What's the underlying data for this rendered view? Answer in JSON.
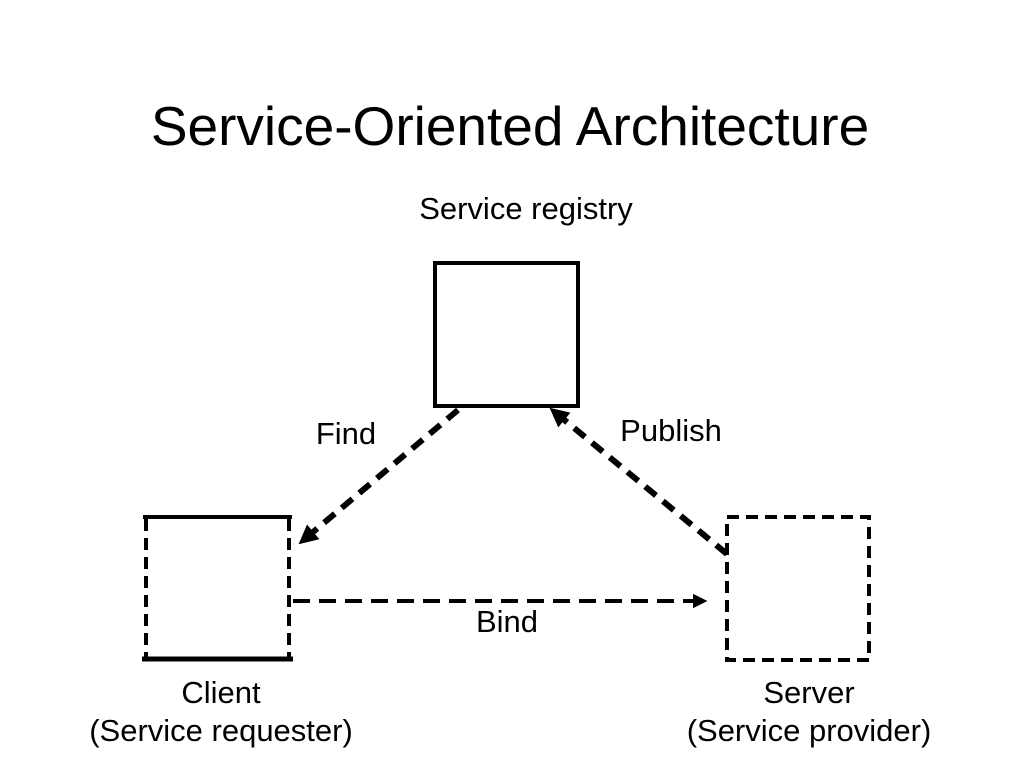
{
  "slide": {
    "title": "Service-Oriented Architecture",
    "background_color": "#ffffff",
    "ink_color": "#000000"
  },
  "diagram": {
    "registry": {
      "label": "Service registry"
    },
    "client": {
      "label": "Client",
      "sublabel": "(Service requester)"
    },
    "server": {
      "label": "Server",
      "sublabel": "(Service provider)"
    },
    "arrows": {
      "find": {
        "label": "Find",
        "from": "service-registry",
        "to": "client"
      },
      "publish": {
        "label": "Publish",
        "from": "server",
        "to": "service-registry"
      },
      "bind": {
        "label": "Bind",
        "from": "client",
        "to": "server"
      }
    }
  }
}
